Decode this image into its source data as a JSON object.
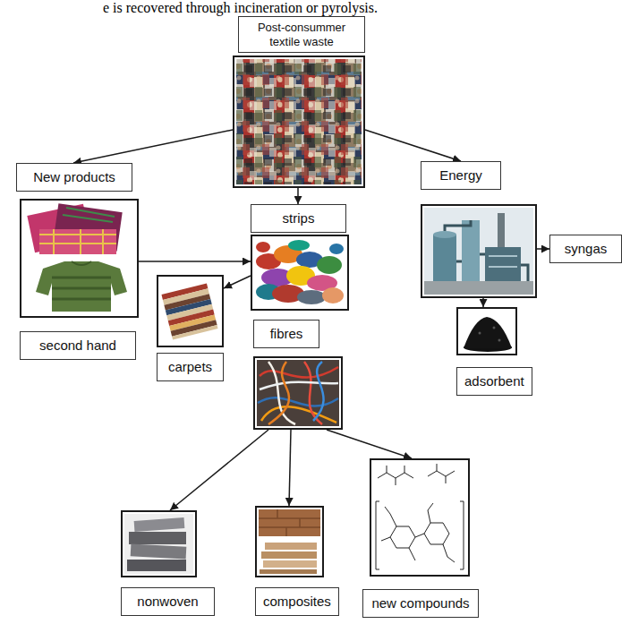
{
  "diagram": {
    "nodes": [
      {
        "text": [
          "Post-consummer textile waste"
        ]
      },
      {
        "text": [
          "New products",
          "second hand"
        ]
      },
      {
        "text": [
          "strips"
        ]
      },
      {
        "text": [
          "Energy"
        ]
      },
      {
        "text": [
          "syngas"
        ]
      },
      {
        "text": [
          "carpets"
        ]
      },
      {
        "text": [
          "adsorbent"
        ]
      },
      {
        "text": [
          "fibres"
        ]
      },
      {
        "text": [
          "nonwoven"
        ]
      },
      {
        "text": [
          "composites"
        ]
      },
      {
        "text": [
          "new compounds"
        ]
      }
    ],
    "edges": [
      {
        "from": 0,
        "to": 1,
        "arrow": "to"
      },
      {
        "from": 0,
        "to": 2,
        "arrow": "to"
      },
      {
        "from": 0,
        "to": 3,
        "arrow": "to"
      },
      {
        "from": 1,
        "to": 2,
        "arrow": "to"
      },
      {
        "from": 2,
        "to": 5,
        "arrow": "to"
      },
      {
        "from": 3,
        "to": 4,
        "arrow": "to"
      },
      {
        "from": 3,
        "to": 6,
        "arrow": "to"
      },
      {
        "from": 7,
        "to": 8,
        "arrow": "to"
      },
      {
        "from": 7,
        "to": 9,
        "arrow": "to"
      },
      {
        "from": 7,
        "to": 10,
        "arrow": "to"
      }
    ],
    "labels": [
      "e is recovered through incineration or pyrolysis."
    ]
  }
}
